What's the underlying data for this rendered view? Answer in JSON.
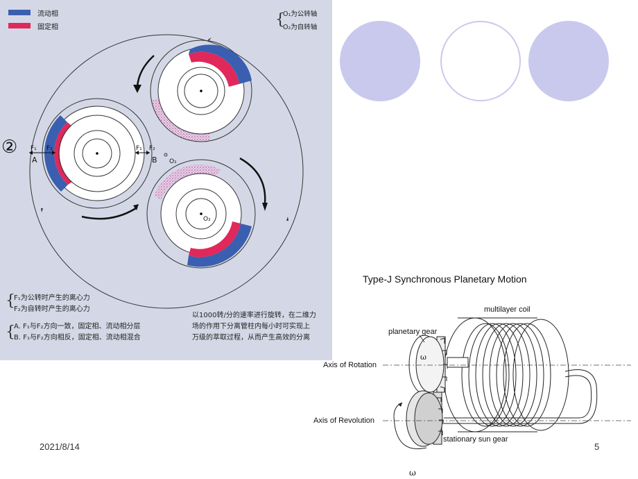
{
  "legend": {
    "mobile_phase": "流动相",
    "mobile_phase_color": "#3a5fb0",
    "stationary_phase": "固定相",
    "stationary_phase_color": "#e0285a"
  },
  "axis_notes": {
    "o1": "O₁为公转轴",
    "o2": "O₂为自转轴"
  },
  "circle_number": "②",
  "labels": {
    "F1": "F₁",
    "F2": "F₂",
    "A": "A",
    "B": "B",
    "O1": "O₁",
    "O2": "O₂"
  },
  "force_notes": {
    "f1": "F₁为公转时产生的离心力",
    "f2": "F₂为自转时产生的离心力"
  },
  "case_notes": {
    "a": "A. F₁与F₂方向一致，固定相、流动相分层",
    "b": "B. F₁与F₂方向相反，固定相、流动相混合"
  },
  "description_lines": [
    "以1000转/分的速率进行旋转，在二维力",
    "场的作用下分离管柱内每小时可实现上",
    "万级的萃取过程，从而产生高效的分离"
  ],
  "deco_colors": [
    "#c9c9ee",
    "#ffffff",
    "#c9c9ee"
  ],
  "deco_border": "#c9c9ee",
  "diagram2": {
    "title": "Type-J Synchronous Planetary Motion",
    "multilayer_coil": "multilayer coil",
    "planetary_gear": "planetary gear",
    "axis_rotation": "Axis of Rotation",
    "axis_revolution": "Axis of Revolution",
    "sun_gear": "stationary sun gear",
    "omega": "ω"
  },
  "footer": {
    "date": "2021/8/14",
    "page": "5"
  }
}
